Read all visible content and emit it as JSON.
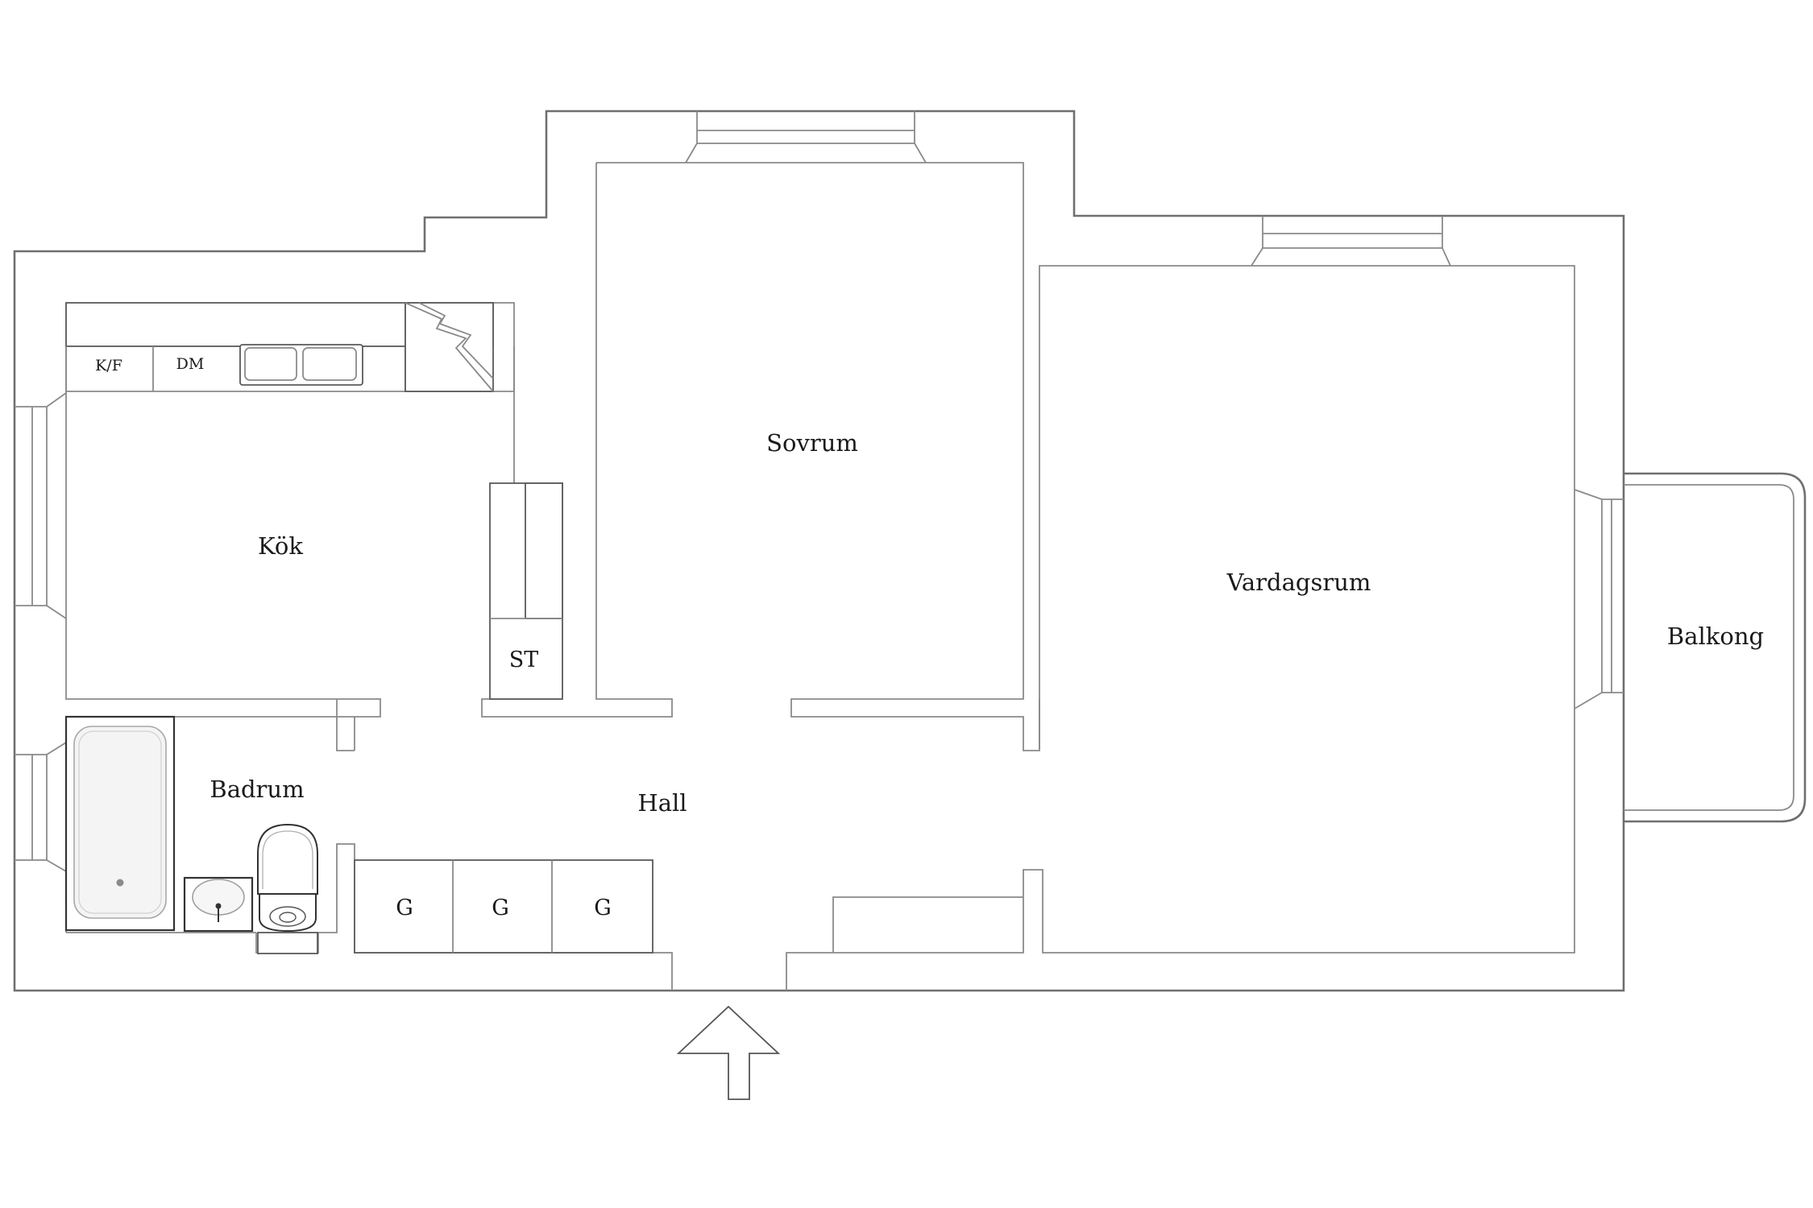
{
  "rooms": {
    "kok": "Kök",
    "sovrum": "Sovrum",
    "vardagsrum": "Vardagsrum",
    "balkong": "Balkong",
    "badrum": "Badrum",
    "hall": "Hall"
  },
  "fixtures": {
    "fridge_freezer": "K/F",
    "dishwasher": "DM",
    "storage": "ST",
    "wardrobe_1": "G",
    "wardrobe_2": "G",
    "wardrobe_3": "G"
  },
  "colors": {
    "wall": "#6f6f6f",
    "fixture": "#5a5a5a",
    "text": "#1a1a1a"
  }
}
